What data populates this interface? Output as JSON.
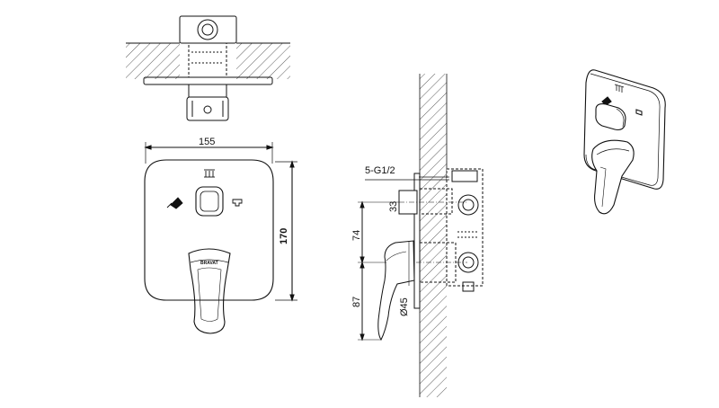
{
  "dimensions": {
    "width": "155",
    "height": "170",
    "thread": "5-G1/2",
    "depth": "33",
    "handle_offset": "74",
    "handle_bottom": "87",
    "diameter": "Ø45"
  },
  "branding": {
    "logo": "BRAVAT"
  },
  "colors": {
    "line": "#111111",
    "hatch": "#333333",
    "background": "#ffffff"
  }
}
